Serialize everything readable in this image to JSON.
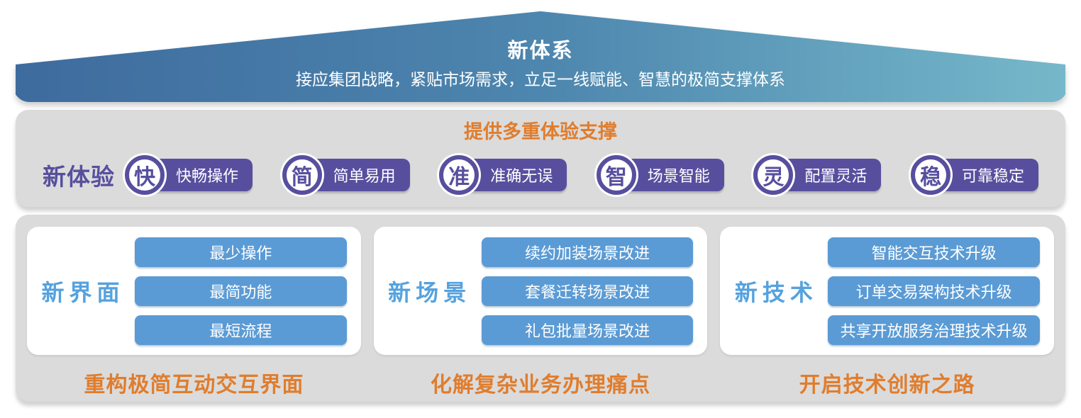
{
  "roof": {
    "title": "新体系",
    "subtitle": "接应集团战略，紧贴市场需求，立足一线赋能、智慧的极简支撑体系"
  },
  "experience_band": {
    "title": "提供多重体验支撑",
    "label": "新体验",
    "items": [
      {
        "badge": "快",
        "label": "快畅操作"
      },
      {
        "badge": "简",
        "label": "简单易用"
      },
      {
        "badge": "准",
        "label": "准确无误"
      },
      {
        "badge": "智",
        "label": "场景智能"
      },
      {
        "badge": "灵",
        "label": "配置灵活"
      },
      {
        "badge": "稳",
        "label": "可靠稳定"
      }
    ]
  },
  "pillars_band": {
    "columns": [
      {
        "label": "新界面",
        "bars": [
          "最少操作",
          "最简功能",
          "最短流程"
        ],
        "caption": "重构极简互动交互界面"
      },
      {
        "label": "新场景",
        "bars": [
          "续约加装场景改进",
          "套餐迁转场景改进",
          "礼包批量场景改进"
        ],
        "caption": "化解复杂业务办理痛点"
      },
      {
        "label": "新技术",
        "bars": [
          "智能交互技术升级",
          "订单交易架构技术升级",
          "共享开放服务治理技术升级"
        ],
        "caption": "开启技术创新之路"
      }
    ]
  },
  "colors": {
    "roof_gradient_start": "#3e6b9e",
    "roof_gradient_end": "#76b8ca",
    "band_background": "#dbdbdb",
    "accent_orange": "#e07d2d",
    "badge_purple": "#574f9e",
    "label_blue": "#55a2de",
    "bar_blue": "#5b9bd5"
  }
}
